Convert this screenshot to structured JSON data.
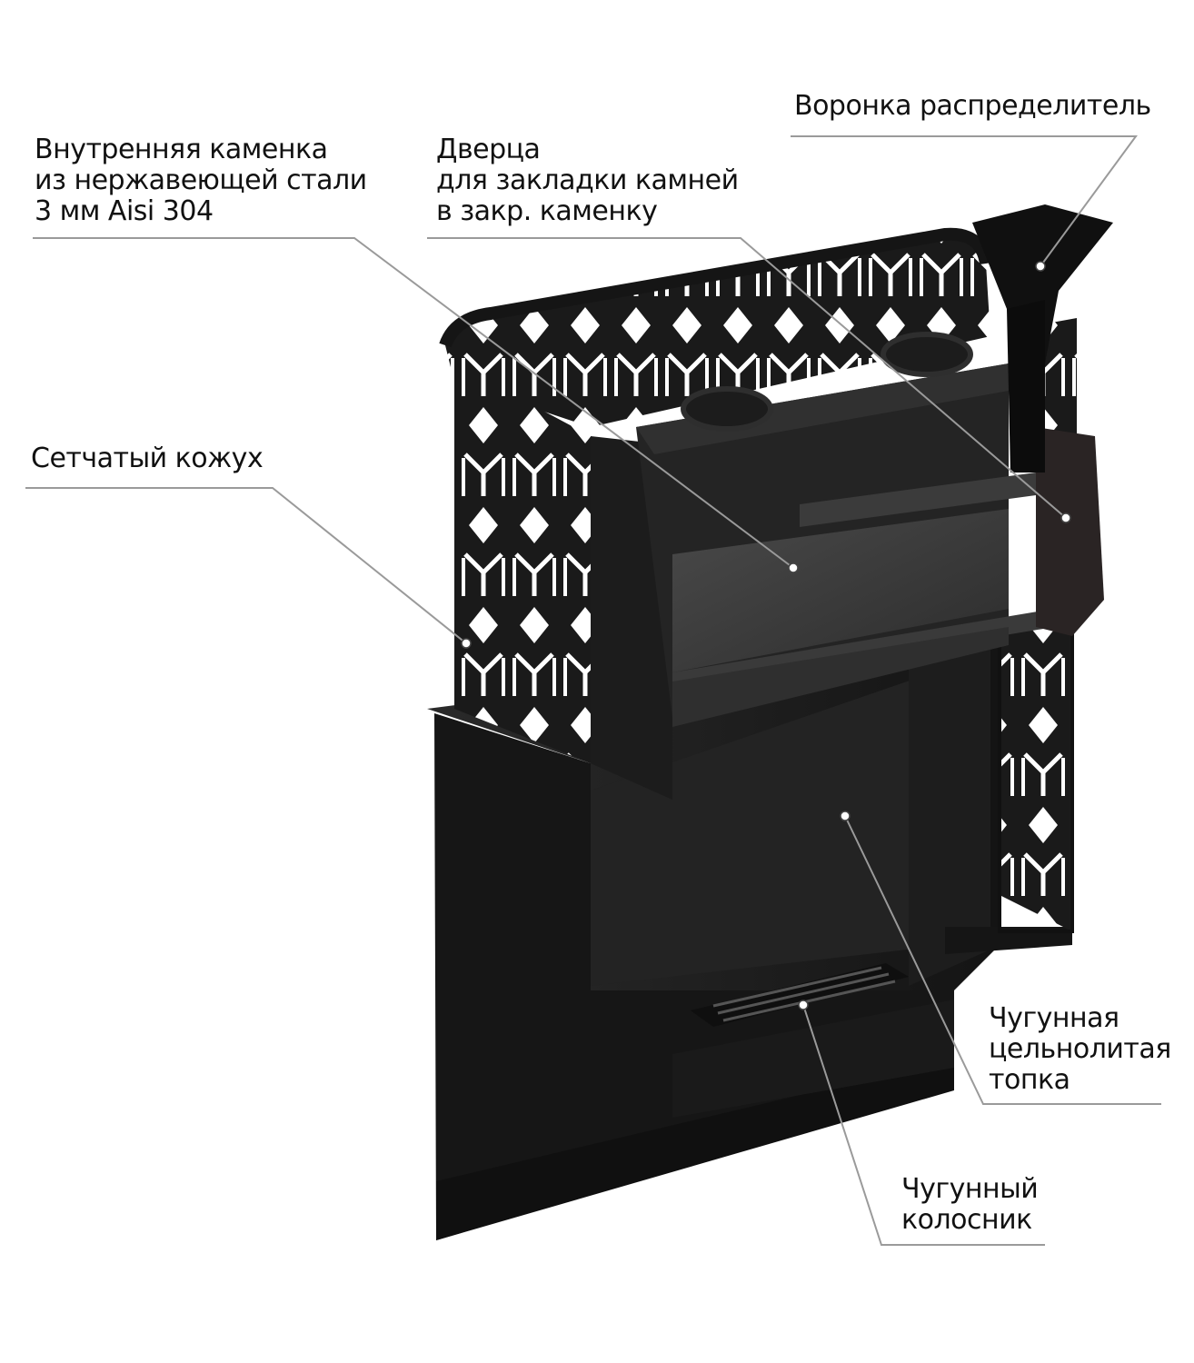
{
  "labels": {
    "inner_heater": [
      "Внутренняя каменка",
      "из нержавеющей стали",
      "3 мм Aisi 304"
    ],
    "stone_door": [
      "Дверца",
      "для закладки камней",
      "в закр. каменку"
    ],
    "funnel": [
      "Воронка распределитель"
    ],
    "mesh_casing": [
      "Сетчатый кожух"
    ],
    "firebox": [
      "Чугунная",
      "цельнолитая",
      "топка"
    ],
    "grate": [
      "Чугунный",
      "колосник"
    ]
  },
  "colors": {
    "body": "#1b1b1b",
    "body_light": "#2f2f2f",
    "inner_steel": "#3a3a3a",
    "door_panel": "#2a2424",
    "line": "#9a9a9a"
  }
}
